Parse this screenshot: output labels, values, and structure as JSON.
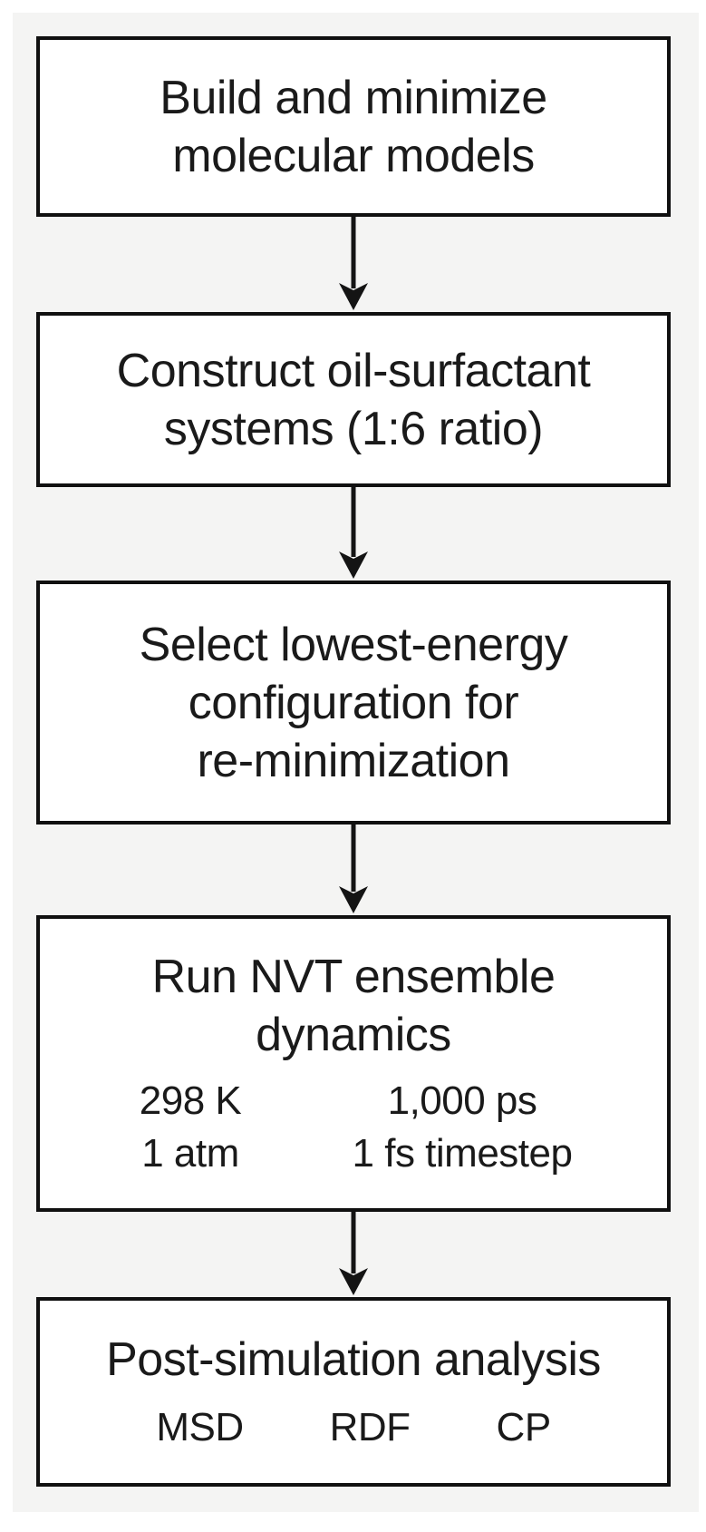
{
  "colors": {
    "page_background": "#ffffff",
    "canvas_background": "#f4f4f3",
    "box_fill": "#ffffff",
    "ink": "#1a1a1a"
  },
  "icons": {
    "connector": "arrow-down-icon"
  },
  "flowchart": {
    "steps": [
      {
        "name": "build-minimize",
        "lines": [
          "Build and minimize",
          "molecular models"
        ]
      },
      {
        "name": "construct-systems",
        "lines": [
          "Construct oil-surfactant",
          "systems (1:6 ratio)"
        ]
      },
      {
        "name": "select-configuration",
        "lines": [
          "Select lowest-energy",
          "configuration for",
          "re-minimization"
        ]
      },
      {
        "name": "run-nvt-dynamics",
        "lines": [
          "Run NVT ensemble",
          "dynamics"
        ],
        "params": [
          [
            "298 K",
            "1,000 ps"
          ],
          [
            "1 atm",
            "1 fs timestep"
          ]
        ]
      },
      {
        "name": "post-simulation-analysis",
        "lines": [
          "Post-simulation analysis"
        ],
        "tags": [
          "MSD",
          "RDF",
          "CP"
        ]
      }
    ]
  }
}
